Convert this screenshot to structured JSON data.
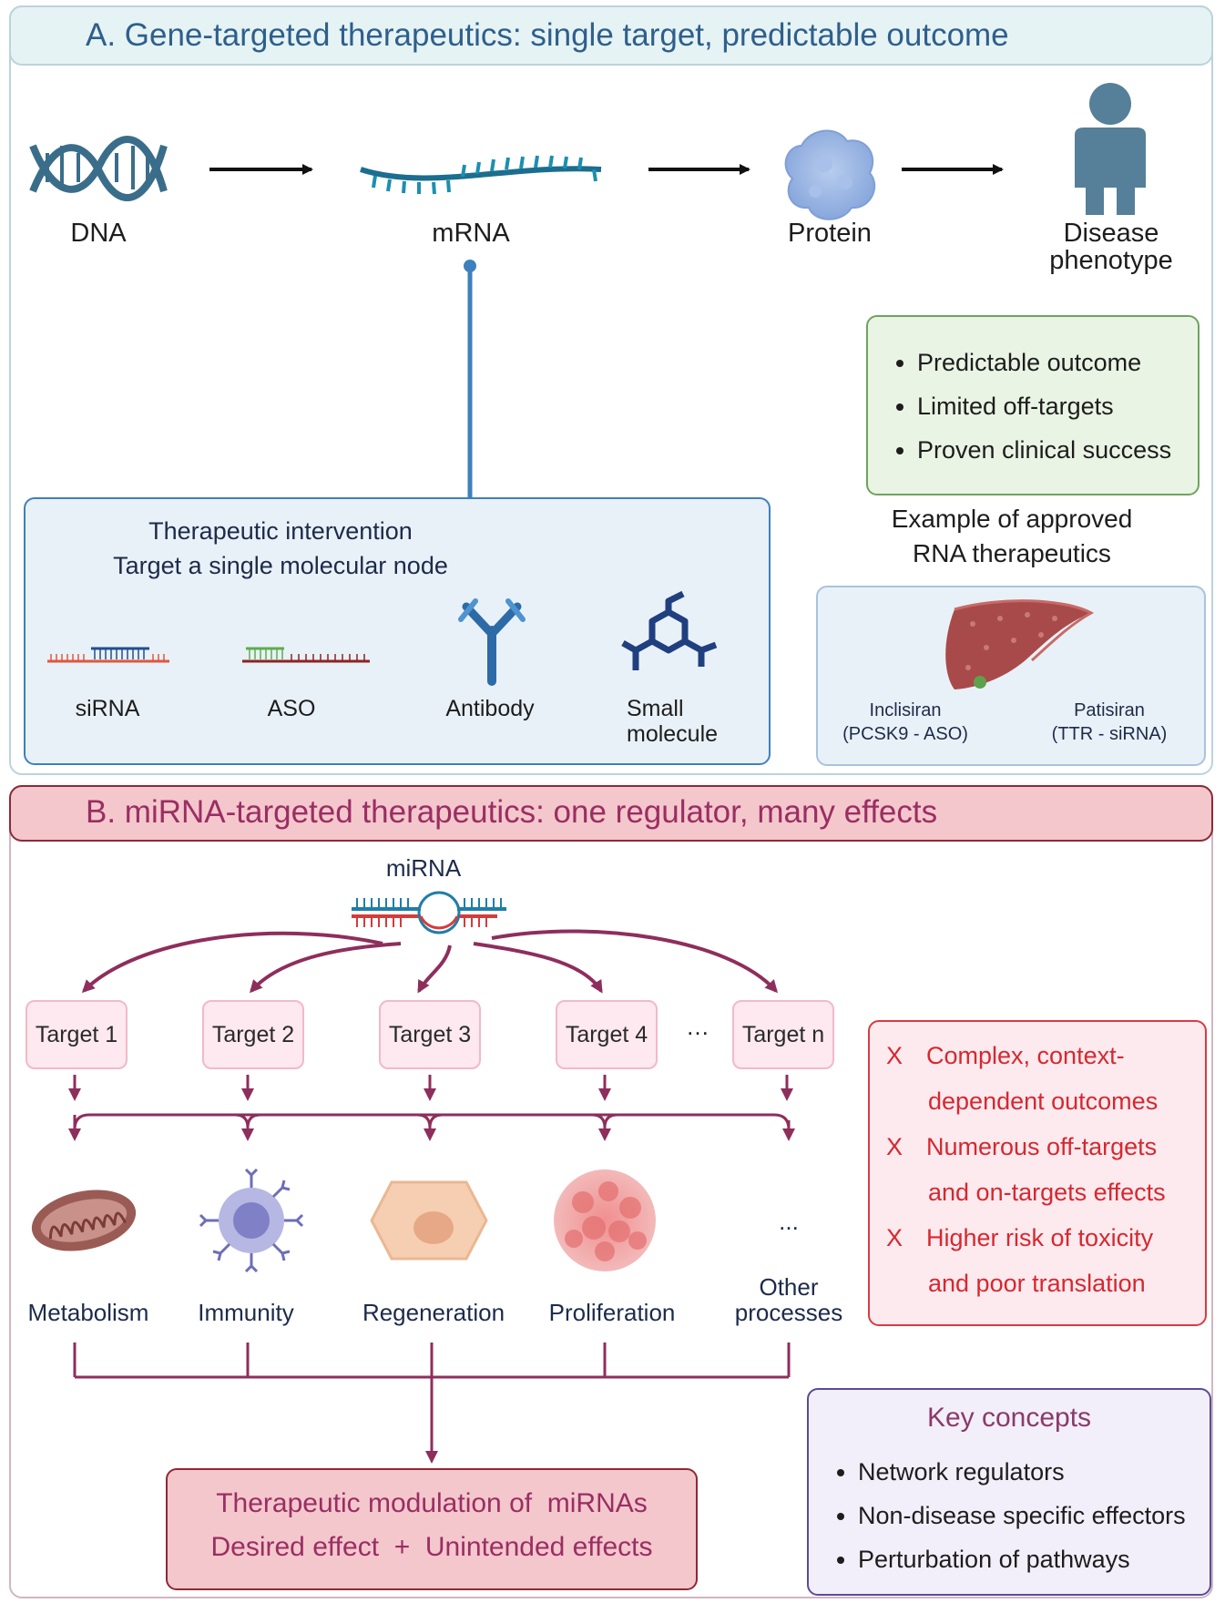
{
  "panel_a": {
    "title": "A. Gene-targeted therapeutics: single target, predictable outcome",
    "flow": {
      "dna": "DNA",
      "mrna": "mRNA",
      "protein": "Protein",
      "disease_line1": "Disease",
      "disease_line2": "phenotype"
    },
    "benefits": [
      "Predictable outcome",
      "Limited off-targets",
      "Proven clinical success"
    ],
    "intervention": {
      "title_line1": "Therapeutic intervention",
      "title_line2": "Target a single molecular node",
      "modalities": {
        "sirna": "siRNA",
        "aso": "ASO",
        "antibody": "Antibody",
        "small_line1": "Small",
        "small_line2": "molecule"
      }
    },
    "example": {
      "title_line1": "Example of approved",
      "title_line2": "RNA therapeutics",
      "drug1_name": "Inclisiran",
      "drug1_detail": "(PCSK9 - ASO)",
      "drug2_name": "Patisiran",
      "drug2_detail": "(TTR - siRNA)"
    }
  },
  "panel_b": {
    "title": "B. miRNA-targeted therapeutics: one regulator, many effects",
    "mirna_label": "miRNA",
    "targets": [
      "Target 1",
      "Target 2",
      "Target 3",
      "Target 4",
      "Target n"
    ],
    "ellipsis": "…",
    "processes": {
      "metabolism": "Metabolism",
      "immunity": "Immunity",
      "regeneration": "Regeneration",
      "proliferation": "Proliferation",
      "other_line1": "Other",
      "other_line2": "processes",
      "other_dots": "..."
    },
    "risks": {
      "mark": "X",
      "r1_line1": "Complex, context-",
      "r1_line2": "dependent outcomes",
      "r2_line1": "Numerous off-targets",
      "r2_line2": "and on-targets effects",
      "r3_line1": "Higher risk of toxicity",
      "r3_line2": "and poor translation"
    },
    "key_concepts": {
      "title": "Key concepts",
      "items": [
        "Network regulators",
        "Non-disease specific effectors",
        "Perturbation of pathways"
      ]
    },
    "therapeutic": {
      "line1": "Therapeutic modulation of  miRNAs",
      "line2": "Desired effect  +  Unintended effects"
    }
  },
  "colors": {
    "panel_a_accent": "#2e5f8c",
    "panel_b_accent": "#9a2e63",
    "risk_red": "#d6282f",
    "benefit_green": "#6fa35c",
    "intervention_blue": "#3e80bd"
  }
}
